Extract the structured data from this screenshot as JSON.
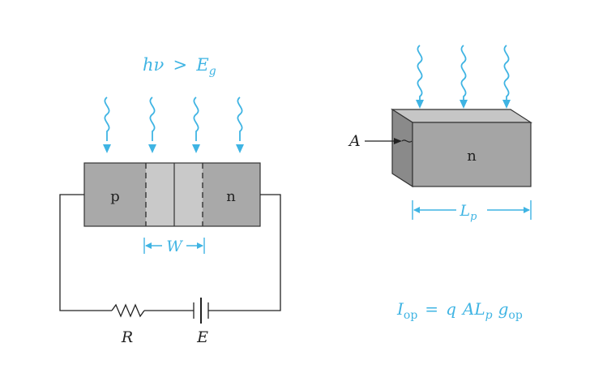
{
  "left": {
    "photon_condition": {
      "lhs": "hν",
      "op": ">",
      "rhs": "E",
      "rhs_sub": "g"
    },
    "p_label": "p",
    "n_label": "n",
    "depletion_width_label": "W",
    "resistor_label": "R",
    "battery_label": "E"
  },
  "right": {
    "area_label": "A",
    "bar_label": "n",
    "length_label": "L",
    "length_sub": "p",
    "equation": {
      "lhs": "I",
      "lhs_sub": "op",
      "eq": "=",
      "q": "q",
      "A": "A",
      "L": "L",
      "L_sub": "p",
      "g": "g",
      "g_sub": "op"
    }
  },
  "colors": {
    "accent": "#3fb4e3",
    "region_dark": "#a9a9a9",
    "region_light": "#c9c9c9",
    "bar_front": "#a5a5a5",
    "bar_top": "#c6c6c6",
    "bar_side": "#8a8a8a"
  }
}
